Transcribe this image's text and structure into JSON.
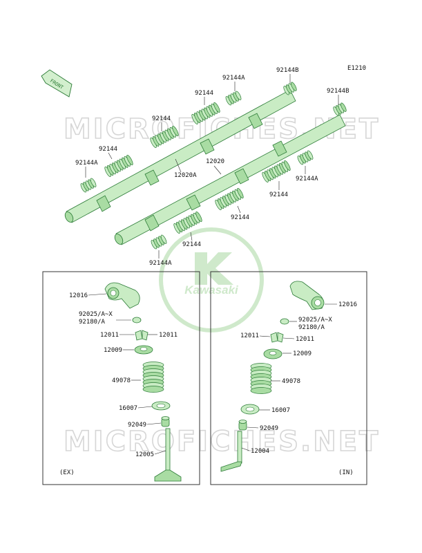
{
  "diagram_code": "E1210",
  "front_arrow": "FRONT",
  "watermark_text": "MICROFICHES.NET",
  "logo_text": "Kawasaki",
  "colors": {
    "part_fill": "#c9ecc4",
    "part_stroke": "#2a7a35",
    "watermark": "#d6d6d6",
    "logo": "#cfe9cb"
  },
  "labels": {
    "p92144b_top": "92144B",
    "p92144a_top": "92144A",
    "p92144_a": "92144",
    "p92144b_right": "92144B",
    "p92144_b": "92144",
    "p92144_c": "92144",
    "p92144a_left": "92144A",
    "p12020a": "12020A",
    "p12020": "12020",
    "p92144a_right": "92144A",
    "p92144_d": "92144",
    "p92144_e": "92144",
    "p92144_f": "92144",
    "p92144a_bottom": "92144A"
  },
  "ex_panel": {
    "tag": "(EX)",
    "rocker": "12016",
    "pad_line1": "92025/A~X",
    "pad_line2": "92180/A",
    "cotter_left": "12011",
    "cotter_right": "12011",
    "retainer": "12009",
    "spring": "49078",
    "seat": "16007",
    "seal": "92049",
    "valve": "12005"
  },
  "in_panel": {
    "tag": "(IN)",
    "rocker": "12016",
    "pad_line1": "92025/A~X",
    "pad_line2": "92180/A",
    "cotter_left": "12011",
    "cotter_right": "12011",
    "retainer": "12009",
    "spring": "49078",
    "seat": "16007",
    "seal": "92049",
    "valve": "12004"
  }
}
